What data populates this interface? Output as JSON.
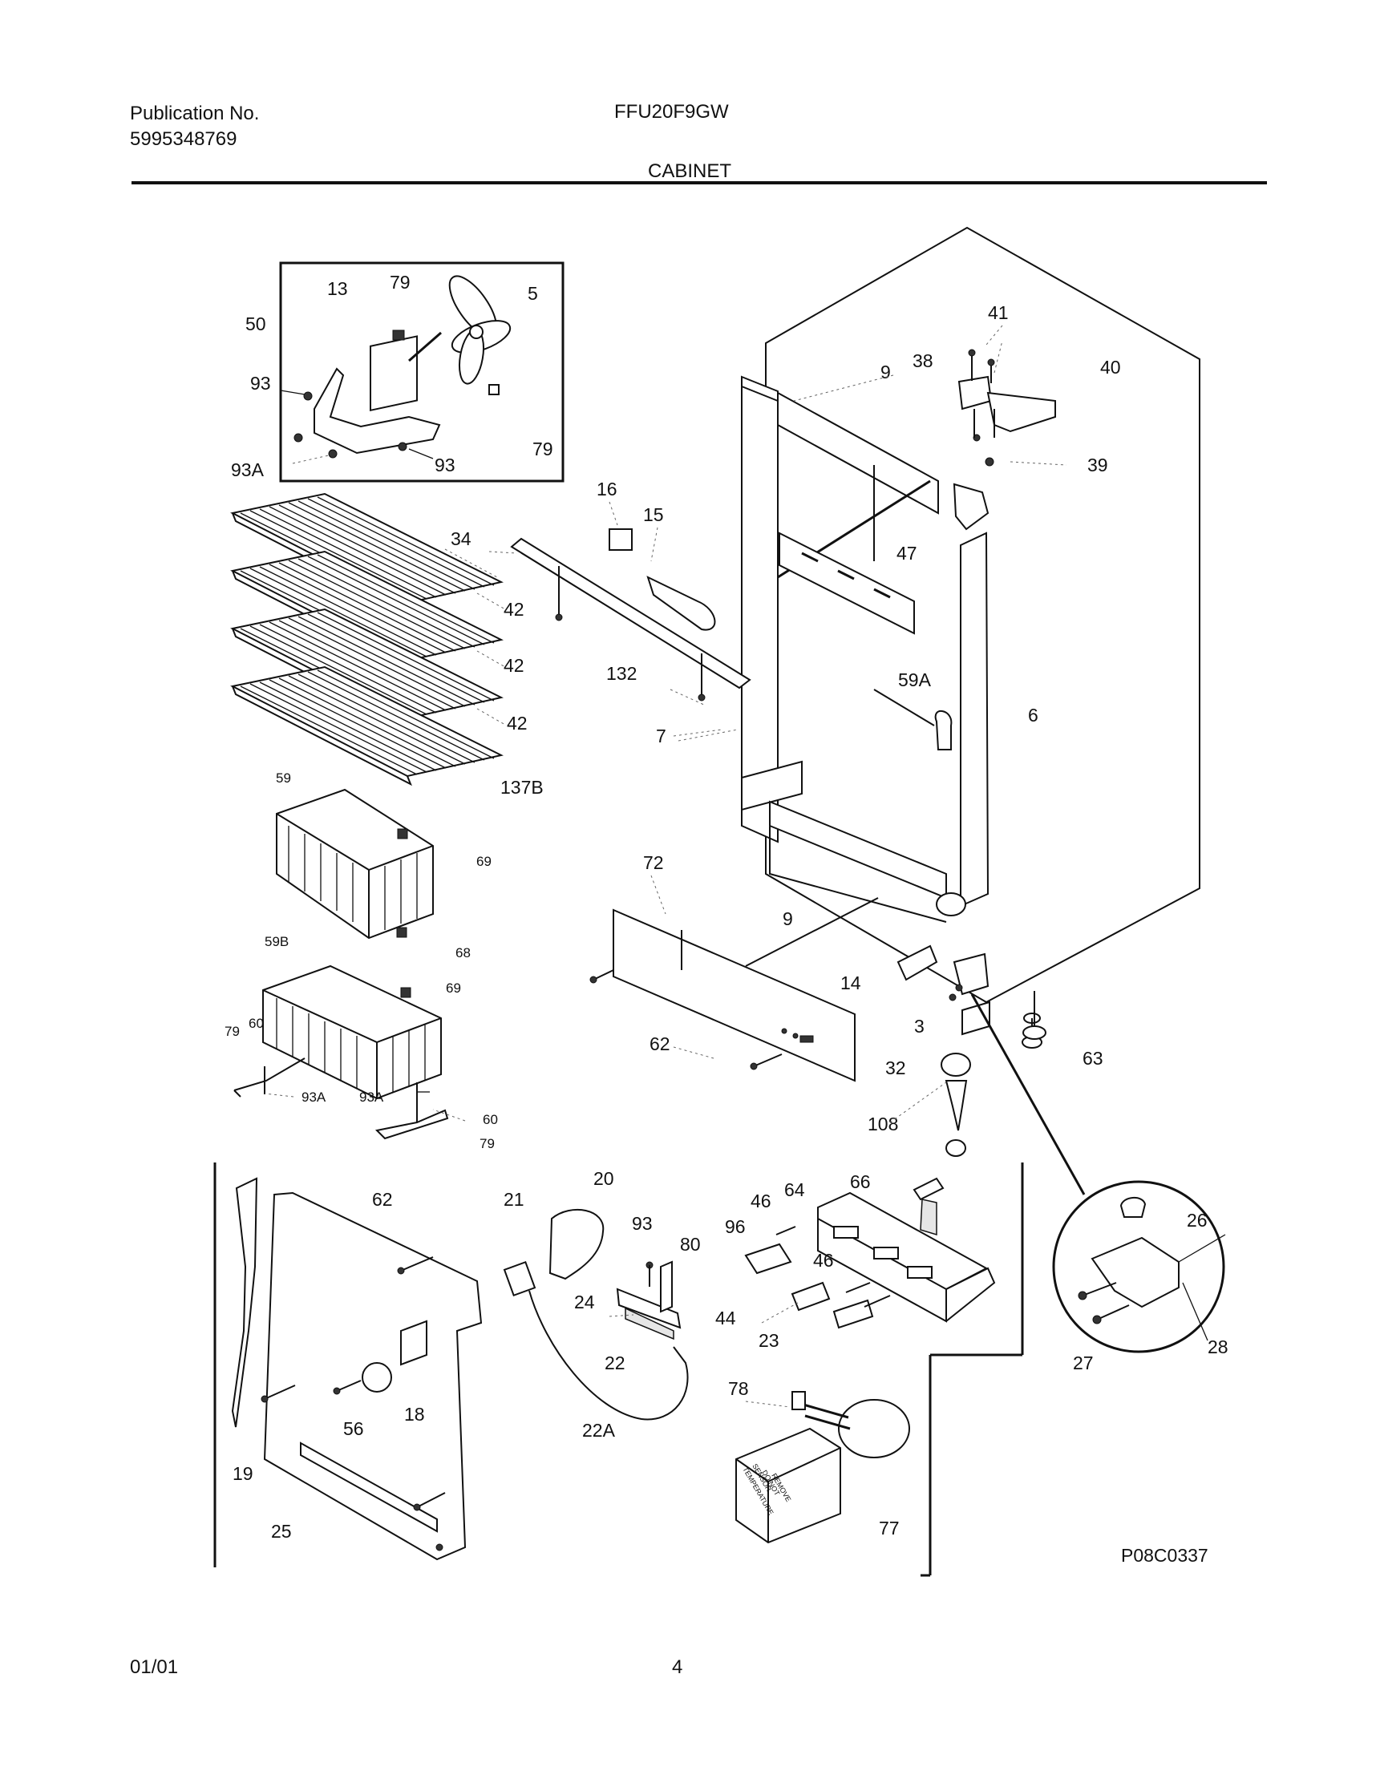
{
  "header": {
    "publication_label": "Publication No.",
    "publication_number": "5995348769",
    "model": "FFU20F9GW",
    "section": "CABINET"
  },
  "diagram": {
    "drawing_code": "P08C0337",
    "callouts": {
      "c13": "13",
      "c79a": "79",
      "c5": "5",
      "c50": "50",
      "c93a": "93",
      "c93b": "93",
      "c93A1": "93A",
      "c79b": "79",
      "c41": "41",
      "c9a": "9",
      "c38": "38",
      "c40": "40",
      "c39": "39",
      "c16": "16",
      "c15": "15",
      "c34": "34",
      "c47": "47",
      "c42a": "42",
      "c42b": "42",
      "c42c": "42",
      "c132": "132",
      "c59A": "59A",
      "c6": "6",
      "c7": "7",
      "c59": "59",
      "c137B": "137B",
      "c69a": "69",
      "c72": "72",
      "c9b": "9",
      "c59B": "59B",
      "c68": "68",
      "c69b": "69",
      "c14": "14",
      "c79c": "79",
      "c60a": "60",
      "c3": "3",
      "c62a": "62",
      "c32": "32",
      "c63": "63",
      "c93A2": "93A",
      "c93A3": "93A",
      "c60b": "60",
      "c79d": "79",
      "c108": "108",
      "c20": "20",
      "c62b": "62",
      "c21": "21",
      "c93c": "93",
      "c46a": "46",
      "c64": "64",
      "c66": "66",
      "c96": "96",
      "c80": "80",
      "c26": "26",
      "c46b": "46",
      "c24": "24",
      "c44": "44",
      "c23": "23",
      "c22": "22",
      "c27": "27",
      "c28": "28",
      "c78": "78",
      "c56": "56",
      "c18": "18",
      "c22A": "22A",
      "c19": "19",
      "c77": "77",
      "c25": "25"
    },
    "sensor_box_text": [
      "TEMPERATURE",
      "SENSOR",
      "DO NOT",
      "REMOVE"
    ]
  },
  "footer": {
    "date": "01/01",
    "page": "4"
  }
}
